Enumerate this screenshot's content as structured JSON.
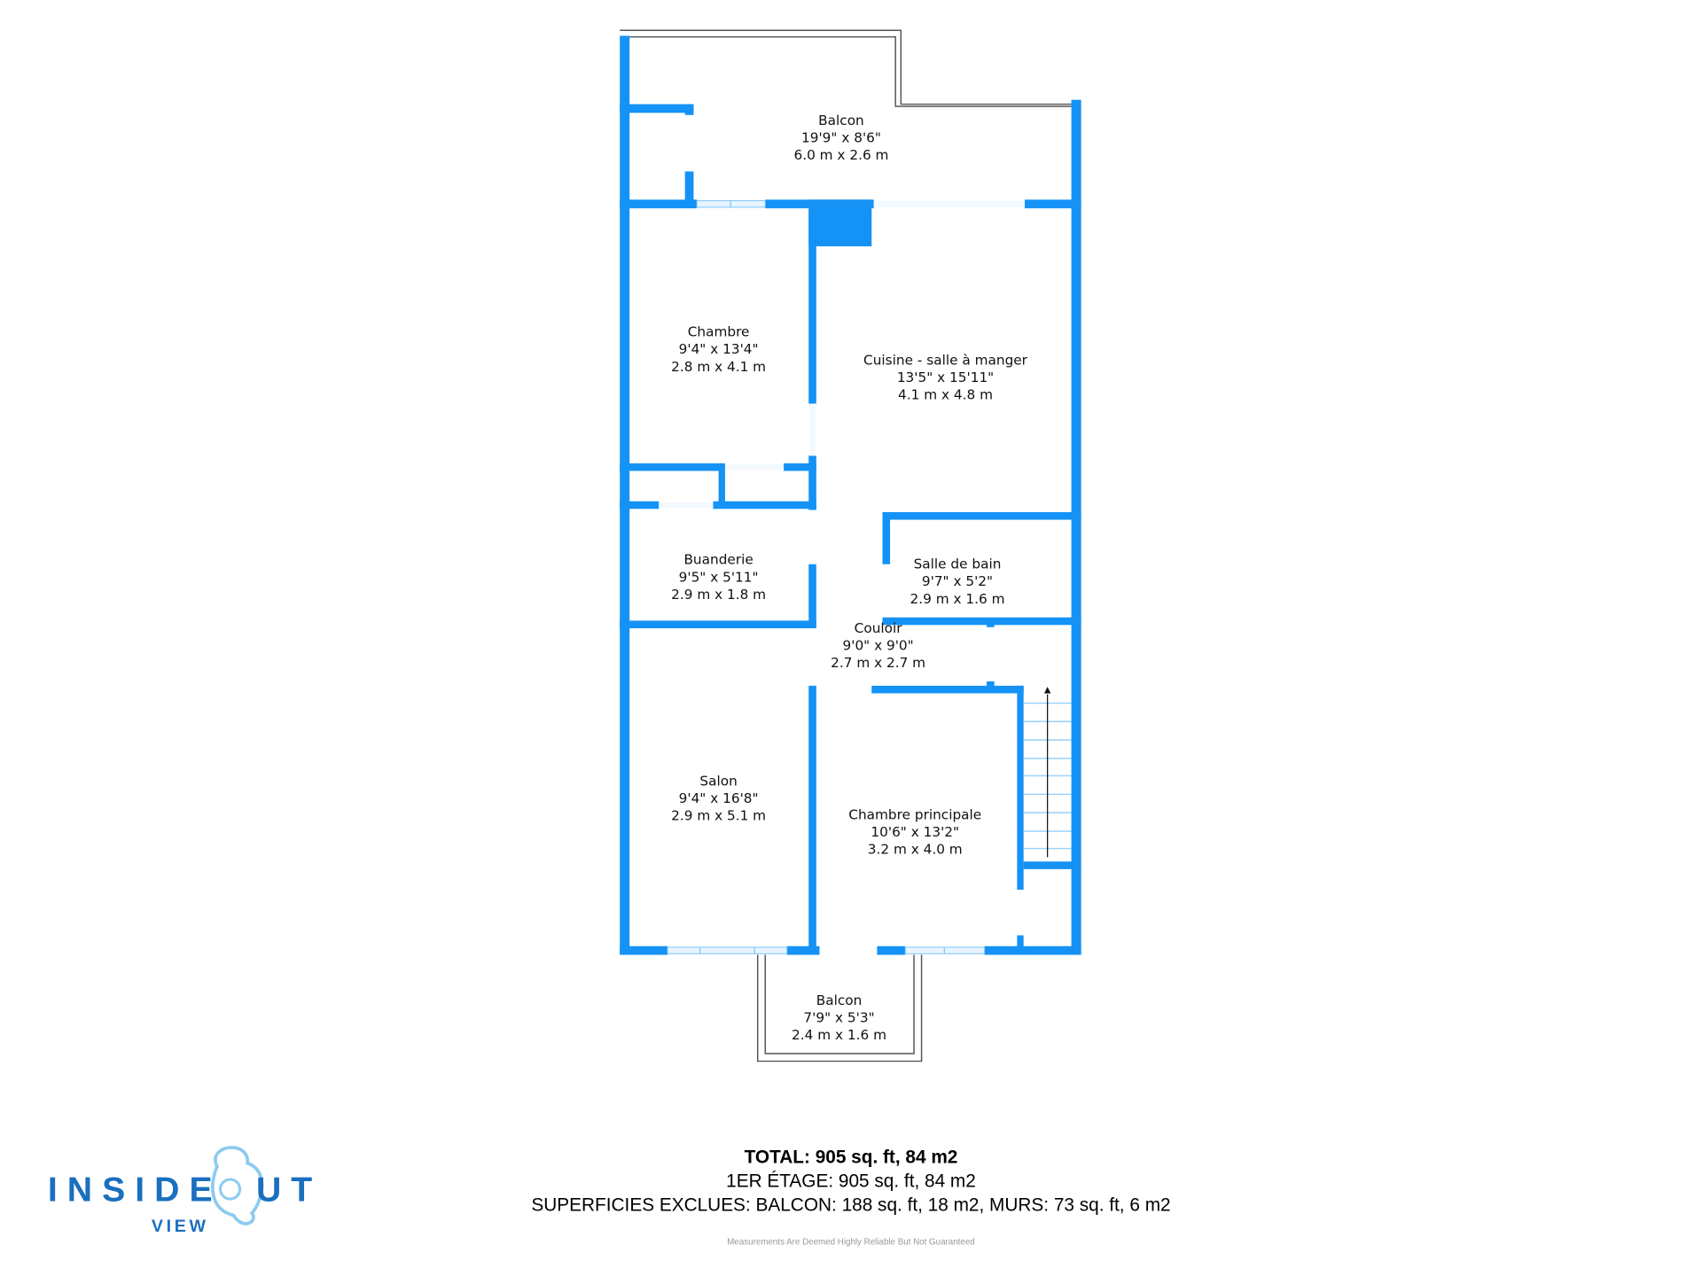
{
  "rooms": {
    "balcon_top": {
      "name": "Balcon",
      "imperial": "19'9\" x 8'6\"",
      "metric": "6.0 m x 2.6 m"
    },
    "chambre": {
      "name": "Chambre",
      "imperial": "9'4\" x 13'4\"",
      "metric": "2.8 m x 4.1 m"
    },
    "cuisine": {
      "name": "Cuisine - salle à manger",
      "imperial": "13'5\" x 15'11\"",
      "metric": "4.1 m x 4.8 m"
    },
    "buanderie": {
      "name": "Buanderie",
      "imperial": "9'5\" x 5'11\"",
      "metric": "2.9 m x 1.8 m"
    },
    "salle_de_bain": {
      "name": "Salle de bain",
      "imperial": "9'7\" x 5'2\"",
      "metric": "2.9 m x 1.6 m"
    },
    "couloir": {
      "name": "Couloir",
      "imperial": "9'0\" x 9'0\"",
      "metric": "2.7 m x 2.7 m"
    },
    "salon": {
      "name": "Salon",
      "imperial": "9'4\" x 16'8\"",
      "metric": "2.9 m x 5.1 m"
    },
    "chambre_principale": {
      "name": "Chambre principale",
      "imperial": "10'6\" x 13'2\"",
      "metric": "3.2 m x 4.0 m"
    },
    "balcon_bottom": {
      "name": "Balcon",
      "imperial": "7'9\" x 5'3\"",
      "metric": "2.4 m x 1.6 m"
    }
  },
  "summary": {
    "total": "TOTAL: 905 sq. ft, 84 m2",
    "floor": "1ER ÉTAGE: 905 sq. ft, 84 m2",
    "excluded": "SUPERFICIES EXCLUES: BALCON: 188 sq. ft, 18 m2, MURS: 73 sq. ft, 6 m2",
    "disclaimer": "Measurements Are Deemed Highly Reliable But Not Guaranteed"
  },
  "logo": {
    "text_left": "INSIDE",
    "text_right": "UT",
    "sub": "VIEW"
  },
  "colors": {
    "wall": "#1592f5",
    "logo_dark": "#1a6fbf",
    "logo_light": "#8ccbf0"
  }
}
